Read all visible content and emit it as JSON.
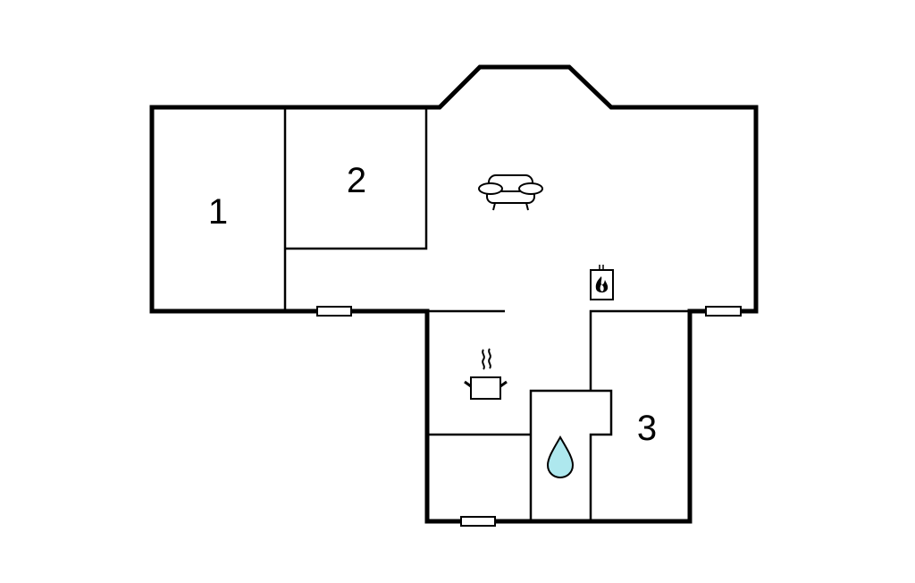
{
  "floorplan": {
    "rooms": [
      {
        "label": "1"
      },
      {
        "label": "2"
      },
      {
        "label": "3"
      }
    ],
    "icons": [
      "sofa-icon",
      "fireplace-icon",
      "cooking-pot-icon",
      "water-drop-icon"
    ],
    "colors": {
      "wall": "#000000",
      "water": "#aee8ee",
      "background": "#ffffff"
    }
  }
}
